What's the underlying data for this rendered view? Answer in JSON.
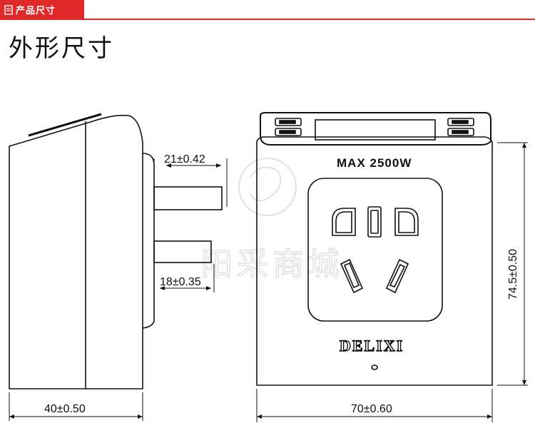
{
  "header": {
    "tab_label": "产品尺寸",
    "tab_color": "#e02a2a"
  },
  "title": "外形尺寸",
  "side_view": {
    "pin_length_upper": "21±0.42",
    "pin_length_lower": "18±0.35",
    "depth": "40±0.50"
  },
  "front_view": {
    "rating_label": "MAX 2500W",
    "brand_logo": "DELIXI",
    "height": "74.5±0.50",
    "width": "70±0.60"
  },
  "watermark": "阳采商城"
}
